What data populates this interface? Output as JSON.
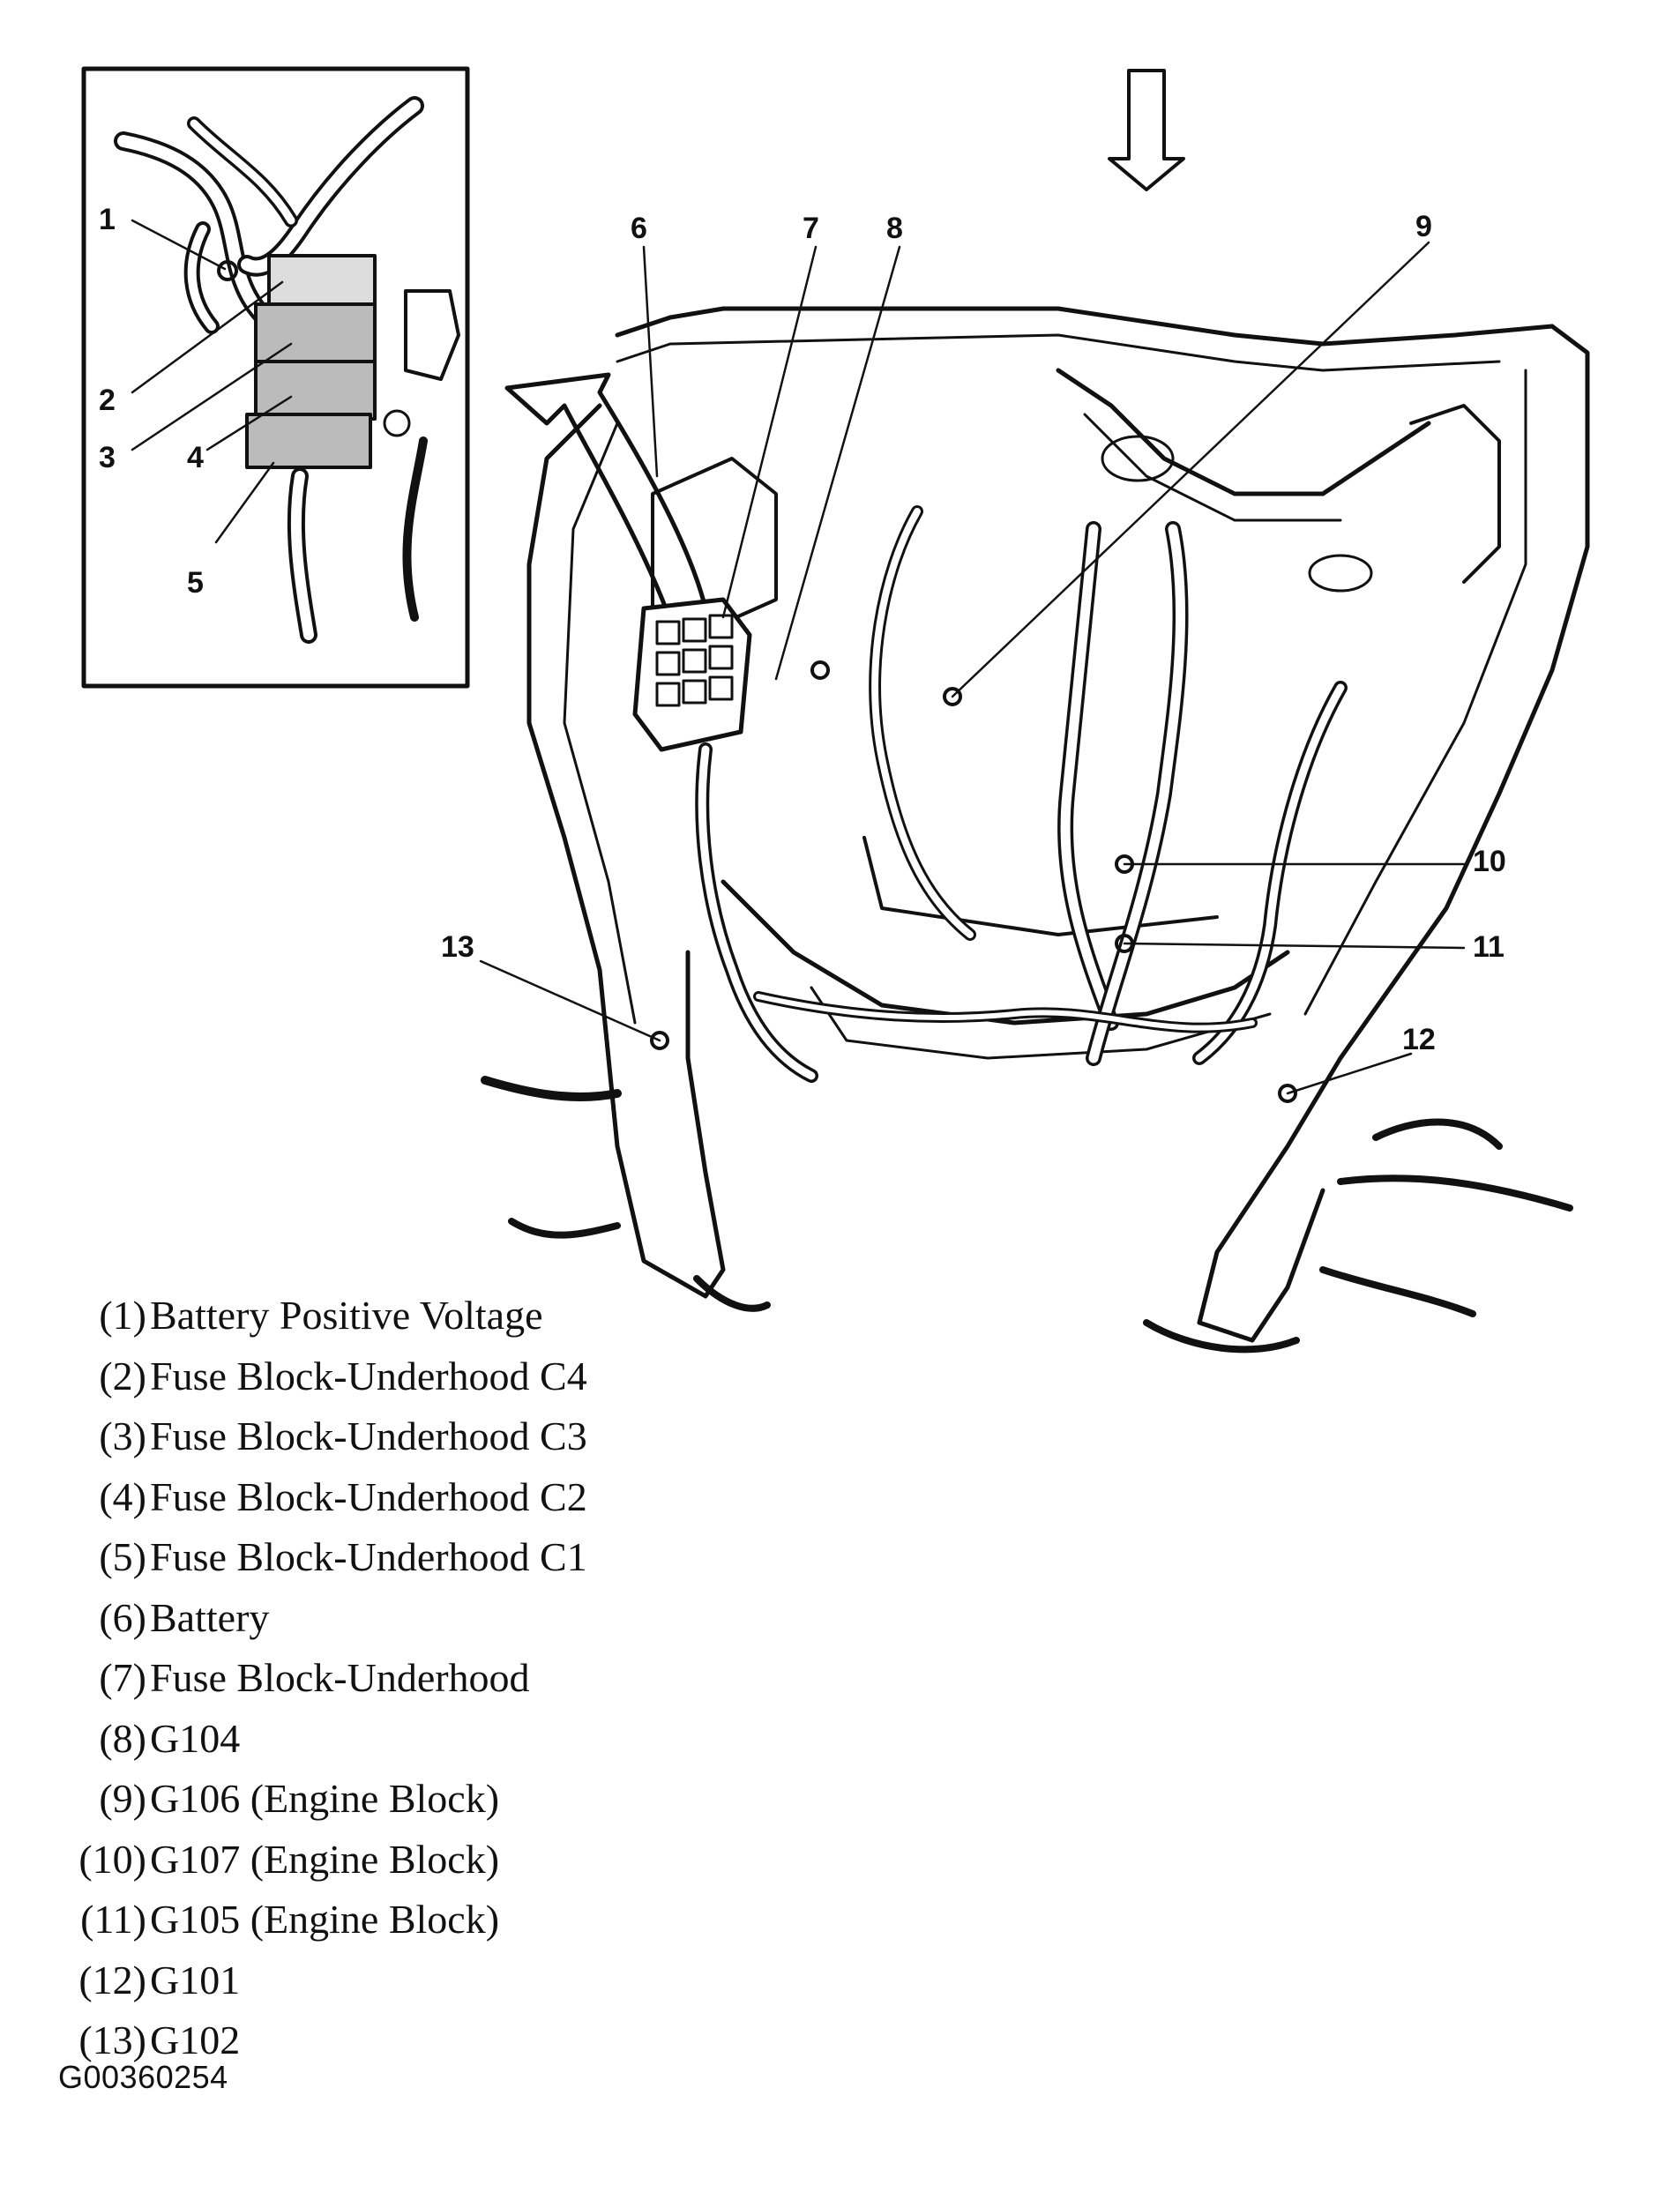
{
  "callouts": [
    "1",
    "2",
    "3",
    "4",
    "5",
    "6",
    "7",
    "8",
    "9",
    "10",
    "11",
    "12",
    "13"
  ],
  "legend": [
    {
      "num": "(1)",
      "text": "Battery Positive Voltage"
    },
    {
      "num": "(2)",
      "text": "Fuse Block-Underhood C4"
    },
    {
      "num": "(3)",
      "text": "Fuse Block-Underhood C3"
    },
    {
      "num": "(4)",
      "text": "Fuse Block-Underhood C2"
    },
    {
      "num": "(5)",
      "text": "Fuse Block-Underhood C1"
    },
    {
      "num": "(6)",
      "text": "Battery"
    },
    {
      "num": "(7)",
      "text": "Fuse Block-Underhood"
    },
    {
      "num": "(8)",
      "text": "G104"
    },
    {
      "num": "(9)",
      "text": "G106 (Engine Block)"
    },
    {
      "num": "(10)",
      "text": "G107 (Engine Block)"
    },
    {
      "num": "(11)",
      "text": "G105 (Engine Block)"
    },
    {
      "num": "(12)",
      "text": "G101"
    },
    {
      "num": "(13)",
      "text": "G102"
    }
  ],
  "figure_code": "G00360254"
}
